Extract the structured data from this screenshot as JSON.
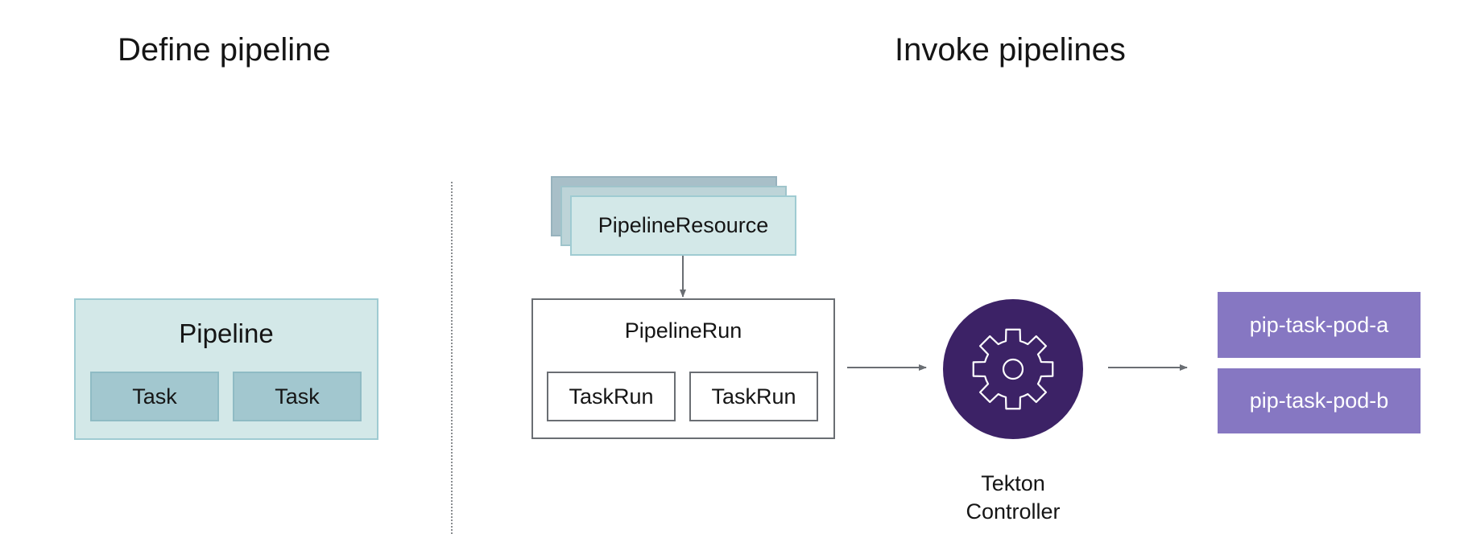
{
  "titles": {
    "define": "Define pipeline",
    "invoke": "Invoke pipelines"
  },
  "pipeline": {
    "label": "Pipeline",
    "tasks": [
      "Task",
      "Task"
    ]
  },
  "pipeline_resource": {
    "label": "PipelineResource"
  },
  "pipeline_run": {
    "label": "PipelineRun",
    "task_runs": [
      "TaskRun",
      "TaskRun"
    ]
  },
  "controller": {
    "line1": "Tekton",
    "line2": "Controller",
    "icon": "gear-icon"
  },
  "pods": [
    "pip-task-pod-a",
    "pip-task-pod-b"
  ],
  "colors": {
    "teal_fill": "#d3e8e8",
    "teal_border": "#9fcbd2",
    "task_fill": "#a2c7cf",
    "controller_circle": "#3c2266",
    "pod_fill": "#8677c2",
    "arrow": "#6a6e73"
  }
}
